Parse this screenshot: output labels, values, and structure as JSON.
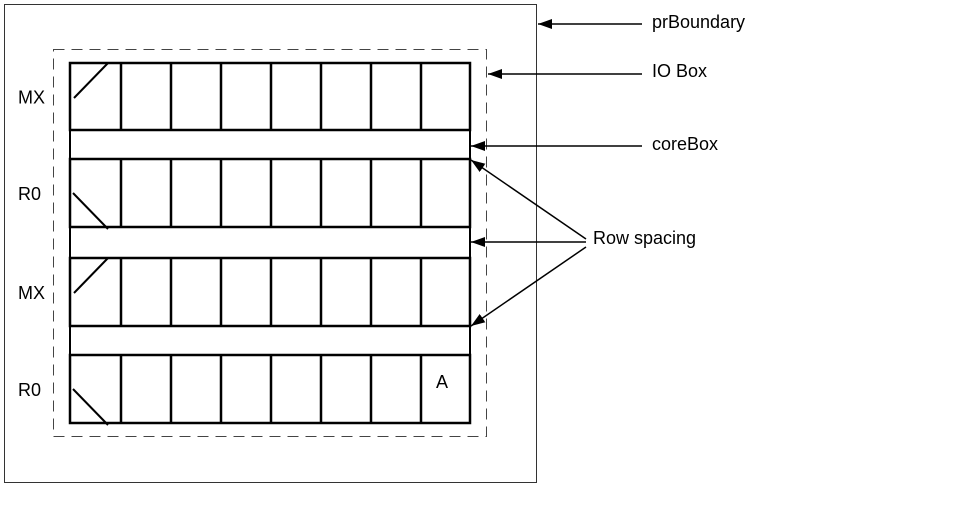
{
  "diagram": {
    "annotations": {
      "pr_boundary": "prBoundary",
      "io_box": "IO Box",
      "core_box": "coreBox",
      "row_spacing": "Row spacing"
    },
    "rows": [
      {
        "orientation": "MX",
        "cells": 8
      },
      {
        "orientation": "R0",
        "cells": 8
      },
      {
        "orientation": "MX",
        "cells": 8
      },
      {
        "orientation": "R0",
        "cells": 8
      }
    ],
    "cell_marker": "A",
    "colors": {
      "line": "#000000",
      "dashed": "#555555",
      "background": "#ffffff"
    }
  }
}
